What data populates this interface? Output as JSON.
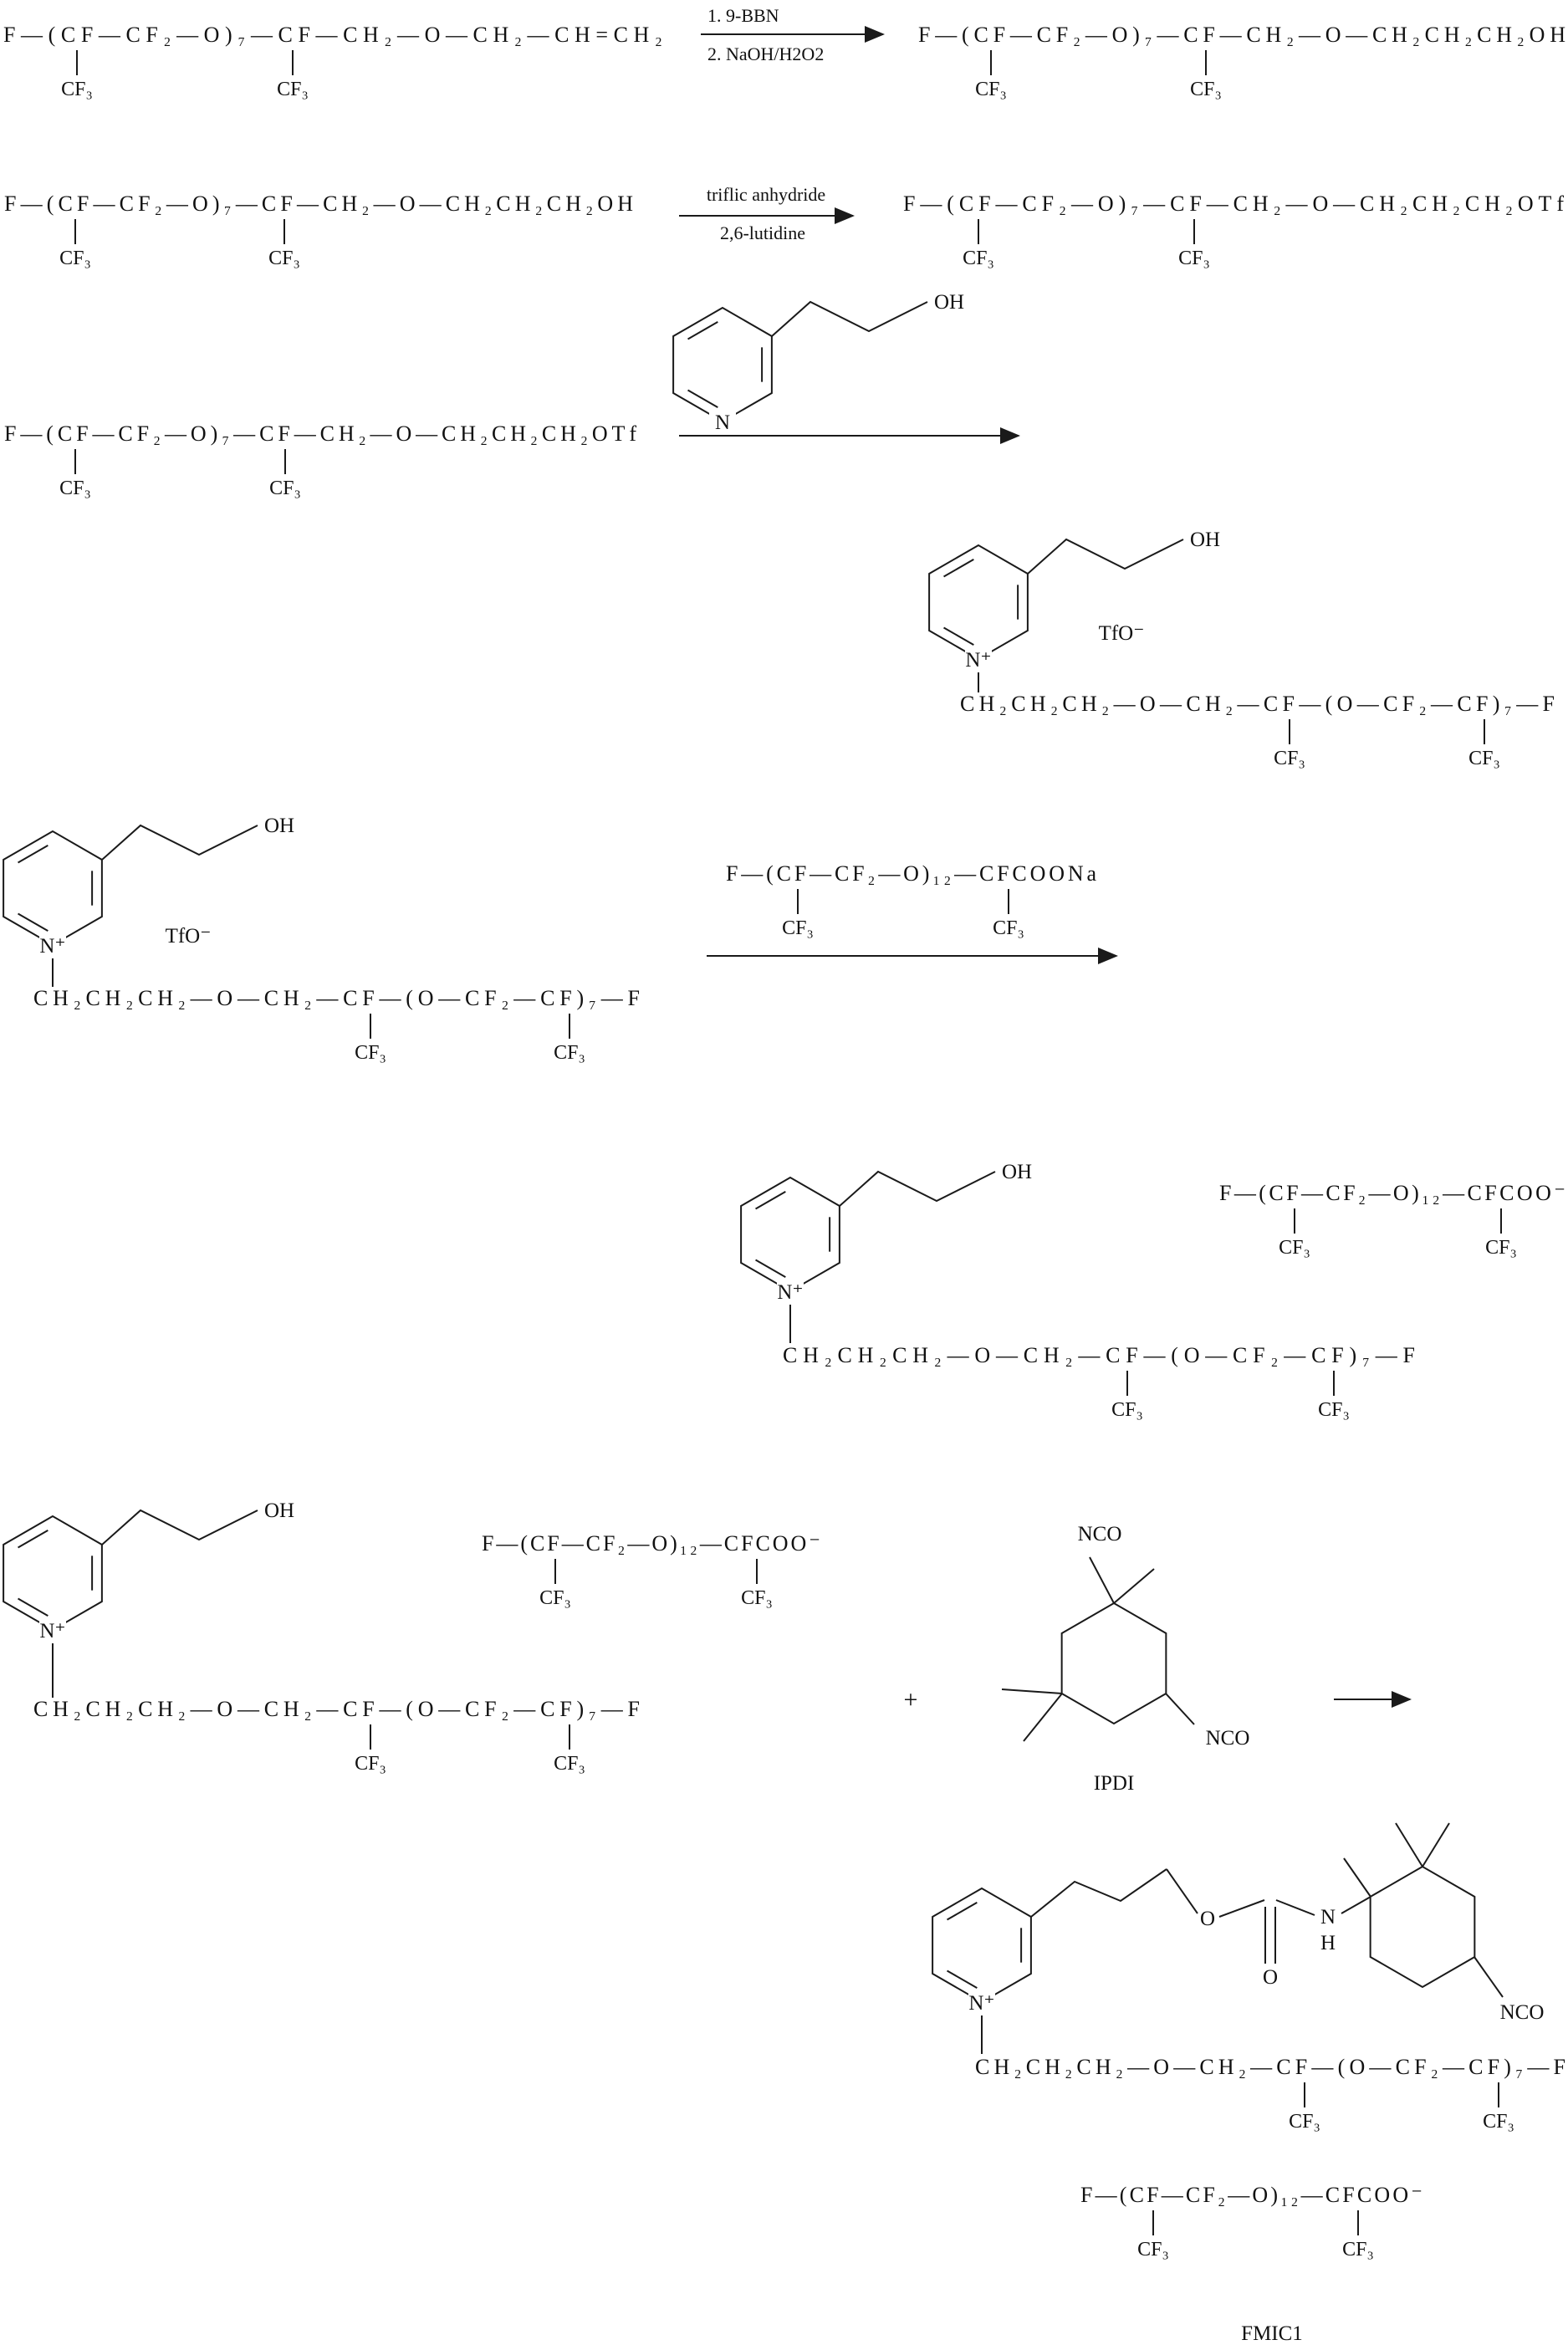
{
  "scheme": {
    "formulas": {
      "allyl_ether": "F—(CF—CF₂—O)₇—CF—CH₂—O—CH₂—CH=CH₂",
      "alcohol": "F—(CF—CF₂—O)₇—CF—CH₂—O—CH₂CH₂CH₂OH",
      "triflate": "F—(CF—CF₂—O)₇—CF—CH₂—O—CH₂CH₂CH₂OTf",
      "pyridinium_tail": "CH₂CH₂CH₂—O—CH₂—CF—(O—CF₂—CF)₇—F",
      "carboxylate_sodium": "F—(CF—CF₂—O)₁₂—CFCOONa",
      "carboxylate_anion": "F—(CF—CF₂—O)₁₂—CFCOO⁻"
    },
    "atoms": {
      "cf3": "CF₃",
      "oh": "OH",
      "n": "N",
      "n_plus": "N⁺",
      "h": "H",
      "o": "O",
      "nco": "NCO",
      "tfo": "TfO⁻",
      "plus": "+"
    },
    "reagents": {
      "step1_line1": "1. 9-BBN",
      "step1_line2": "2. NaOH/H2O2",
      "step2_line1": "triflic anhydride",
      "step2_line2": "2,6-lutidine"
    },
    "labels": {
      "ipdi": "IPDI",
      "fmic1": "FMIC1"
    }
  }
}
